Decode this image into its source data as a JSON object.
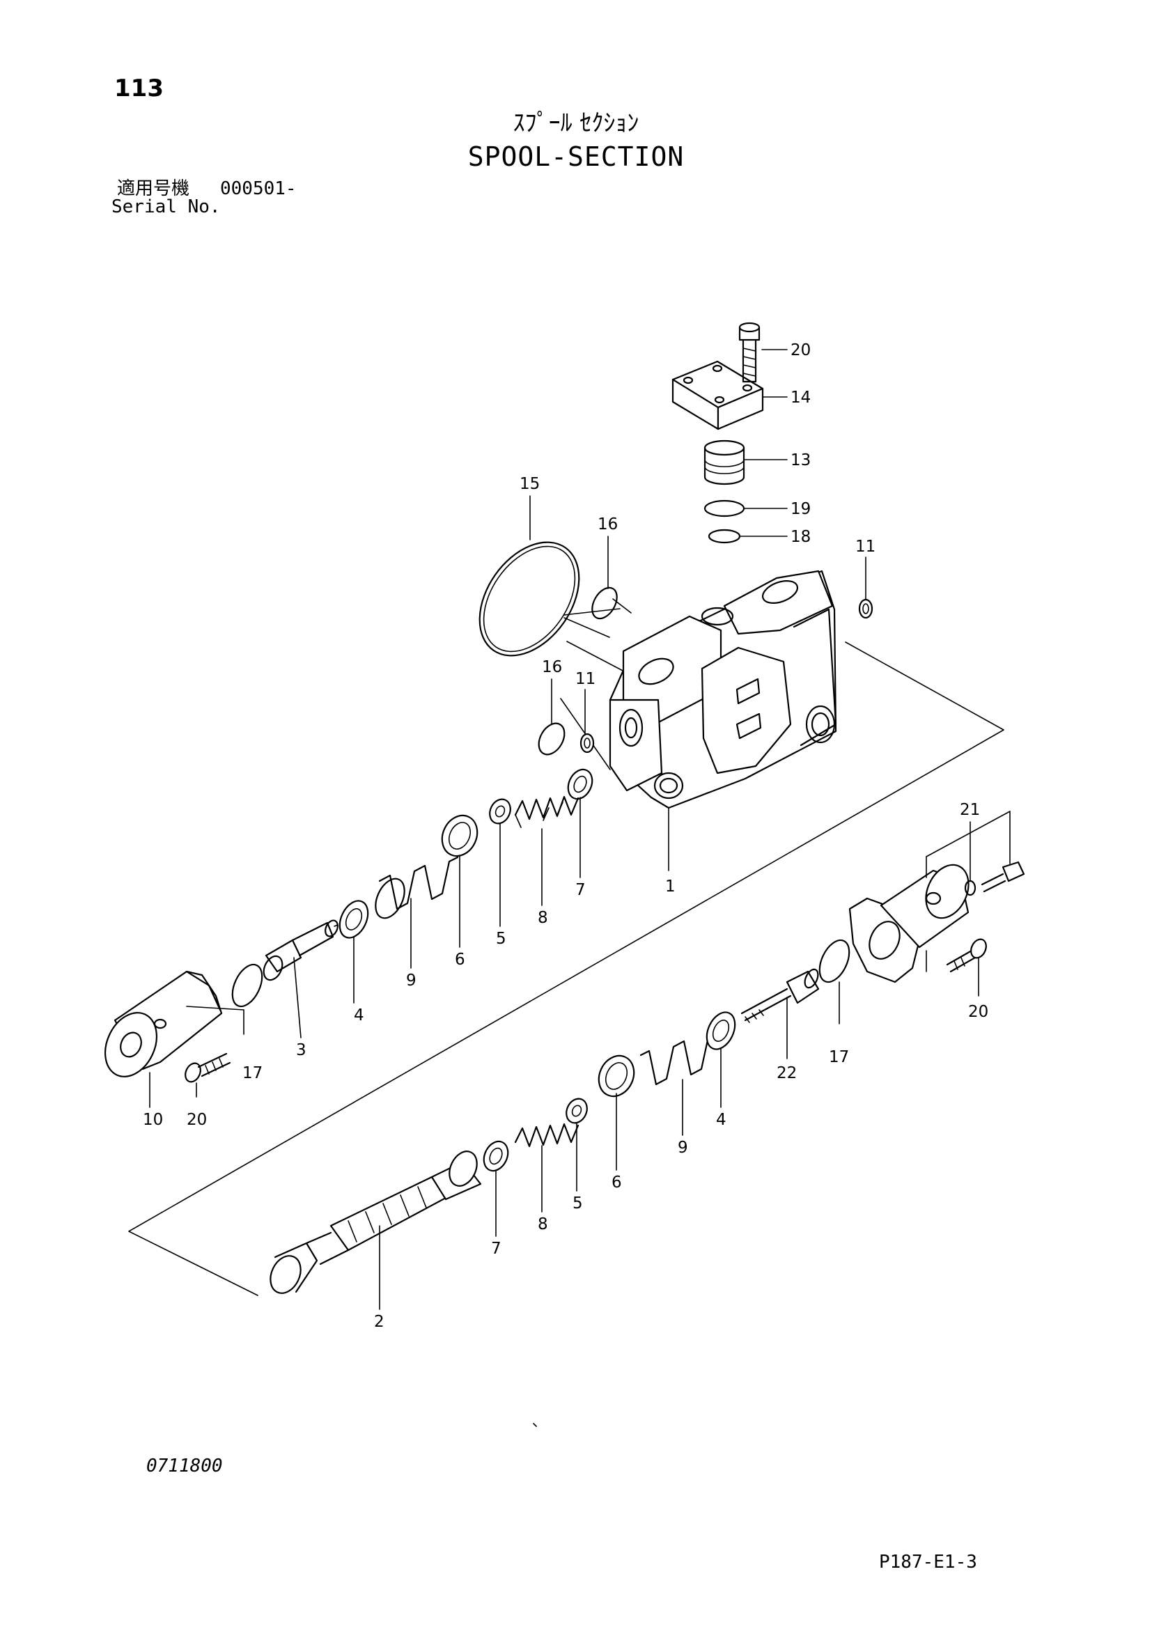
{
  "header": {
    "page_number": "113",
    "title_jp": "ｽﾌﾟｰﾙ ｾｸｼｮﾝ",
    "title_en": "SPOOL-SECTION",
    "serial_label_jp": "適用号機",
    "serial_value": "000501-",
    "serial_label_en": "Serial No."
  },
  "callouts": {
    "c1": "1",
    "c2": "2",
    "c3": "3",
    "c4a": "4",
    "c4b": "4",
    "c5a": "5",
    "c5b": "5",
    "c6a": "6",
    "c6b": "6",
    "c7a": "7",
    "c7b": "7",
    "c8a": "8",
    "c8b": "8",
    "c9a": "9",
    "c9b": "9",
    "c10": "10",
    "c11a": "11",
    "c11b": "11",
    "c13": "13",
    "c14": "14",
    "c15": "15",
    "c16a": "16",
    "c16b": "16",
    "c17a": "17",
    "c17b": "17",
    "c18": "18",
    "c19": "19",
    "c20a": "20",
    "c20b": "20",
    "c20c": "20",
    "c21": "21",
    "c22": "22"
  },
  "footer": {
    "drawing_code": "0711800",
    "page_code": "P187-E1-3"
  }
}
